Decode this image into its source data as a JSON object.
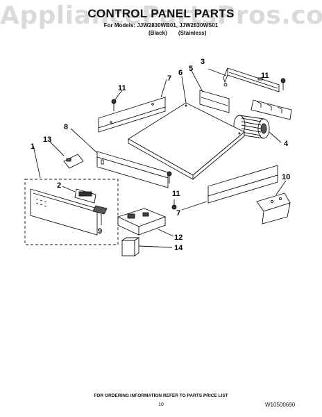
{
  "watermark": "AppliancePartsPros.com",
  "header": {
    "title": "CONTROL PANEL PARTS",
    "models": "For Models: JJW2830WB01, JJW2830WS01",
    "variant_black": "(Black)",
    "variant_stainless": "(Stainless)"
  },
  "callouts": [
    "1",
    "2",
    "3",
    "4",
    "5",
    "6",
    "7",
    "7",
    "8",
    "9",
    "10",
    "11",
    "11",
    "11",
    "12",
    "13",
    "14"
  ],
  "footer": {
    "ordering_note": "FOR ORDERING INFORMATION REFER TO PARTS PRICE LIST",
    "page_number": "10",
    "document_number": "W10500690"
  },
  "colors": {
    "ink": "#111111",
    "watermark": "#969696"
  }
}
